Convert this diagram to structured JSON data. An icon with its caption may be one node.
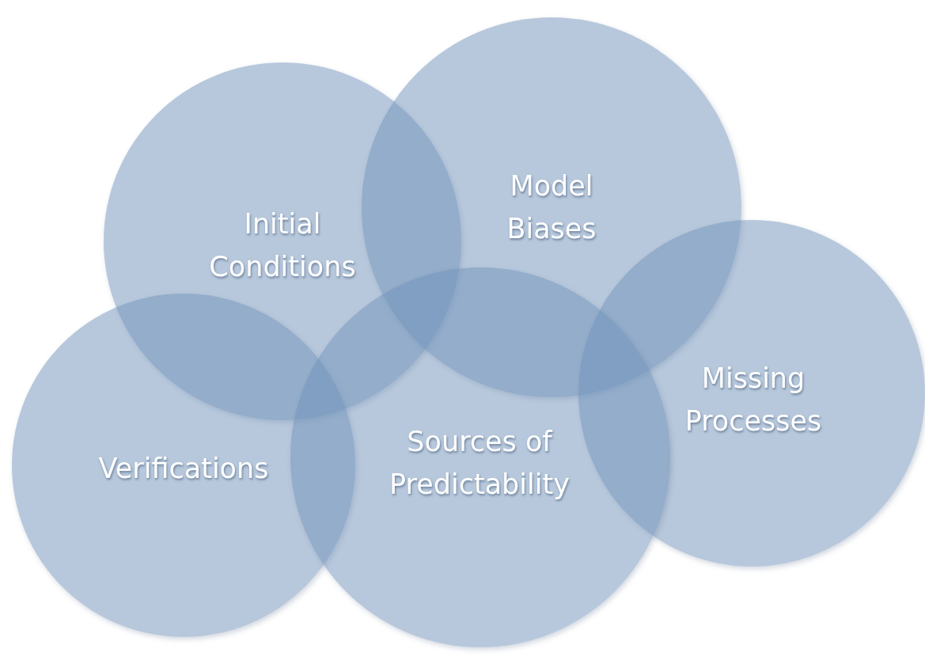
{
  "diagram": {
    "nodes": [
      {
        "text": [
          "Initial Conditions"
        ]
      },
      {
        "text": [
          "Model Biases"
        ]
      },
      {
        "text": [
          "Missing Processes"
        ]
      },
      {
        "text": [
          "Verifications"
        ]
      },
      {
        "text": [
          "Sources of Predictability"
        ]
      }
    ]
  }
}
